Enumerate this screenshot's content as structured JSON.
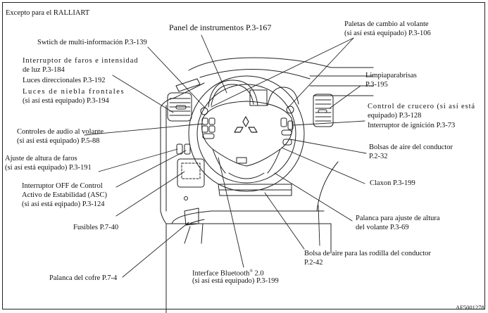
{
  "header": {
    "title": "Excepto para el RALLIART"
  },
  "figure_id": "AF5001278",
  "labels": {
    "panel_instrumentos": "Panel de instrumentos P.3-167",
    "multi_info": "Swtich de multi-información P.3-139",
    "faros_1": "Interruptor de faros e intensidad",
    "faros_2": "de luz P.3-184",
    "direccionales": "Luces direccionales P.3-192",
    "niebla_1": "Luces de niebla frontales",
    "niebla_2": "(si así está equipado) P.3-194",
    "audio_1": "Controles de audio al volante",
    "audio_2": "(si así está equipado) P.5-88",
    "altura_faros_1": "Ajuste de altura de faros",
    "altura_faros_2": "(si así está equipado) P.3-191",
    "asc_1": "Interruptor OFF de Control",
    "asc_2": "Activo de Estabilidad (ASC)",
    "asc_3": "(si así está eqipado) P.3-124",
    "fusibles": "Fusibles P.7-40",
    "cofre": "Palanca del cofre  P.7-4",
    "bluetooth_1": "Interface Bluetooth",
    "bluetooth_reg": "®",
    "bluetooth_ver": " 2.0",
    "bluetooth_2": "(si así está equipado) P.3-199",
    "paletas_1": "Paletas de cambio al volante",
    "paletas_2": "(si así está equipado) P.3-106",
    "limpia_1": "Limpiaparabrisas",
    "limpia_2": "P.3-195",
    "crucero_1": "Control de crucero (si así está",
    "crucero_2": "equipado) P.3-128",
    "ignicion": "Interruptor de ignición P.3-73",
    "bolsas_1": "Bolsas de aire del conductor",
    "bolsas_2": "P.2-32",
    "claxon": "Claxon P.3-199",
    "palanca_volante_1": "Palanca para ajuste de altura",
    "palanca_volante_2": "del volante P.3-69",
    "rodilla_1": "Bolsa de aire para las rodilla del conductor",
    "rodilla_2": "P.2-42"
  },
  "colors": {
    "line": "#222222",
    "background": "#ffffff"
  }
}
